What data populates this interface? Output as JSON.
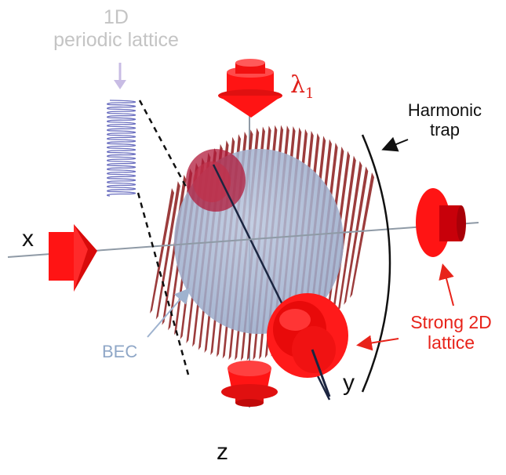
{
  "labels": {
    "lattice_1d": [
      "1D",
      "periodic lattice"
    ],
    "lambda_symbol": "λ",
    "lambda_subscript": "1",
    "harmonic_trap": [
      "Harmonic",
      "trap"
    ],
    "x_axis": "x",
    "bec": "BEC",
    "strong_2d_lattice": [
      "Strong 2D",
      "lattice"
    ],
    "y_axis": "y",
    "z_axis": "z"
  },
  "colors": {
    "laser": "#ff1414",
    "laser_dark": "#c8000a",
    "lattice_sheets": "#8b1a1a",
    "bec": "#9fb0cf",
    "axis": "#8f9aa6",
    "spring": "#6b6fc0",
    "lattice_1d_label": "#c4c4c4",
    "bec_label": "#8fa7c7",
    "annotation_red": "#e8231a"
  },
  "icons": [
    "cylindrical-laser-beam-icon",
    "spring-lattice-icon",
    "arrow-icon"
  ]
}
